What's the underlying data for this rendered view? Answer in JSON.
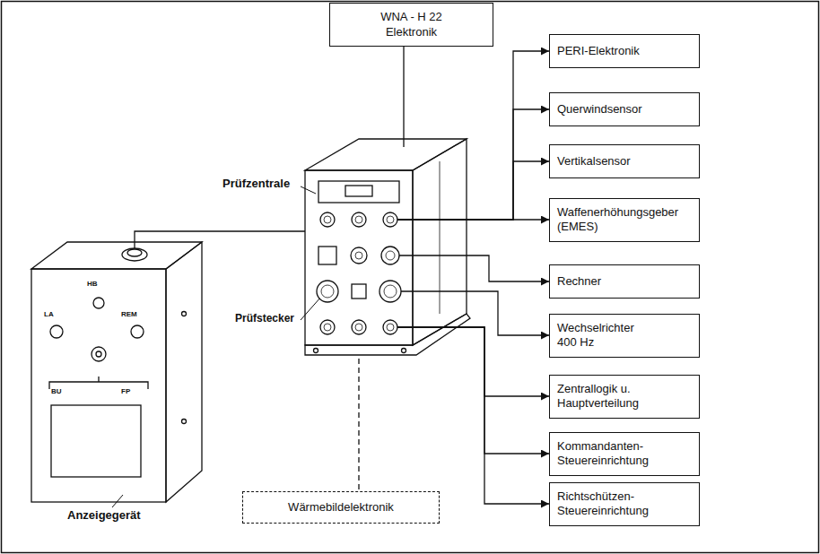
{
  "diagram": {
    "nodes": [
      {
        "text": [
          "WNA - H 22 Elektronik"
        ]
      },
      {
        "text": [
          "PERI-Elektronik"
        ]
      },
      {
        "text": [
          "Querwindsensor"
        ]
      },
      {
        "text": [
          "Vertikalsensor"
        ]
      },
      {
        "text": [
          "Waffenerhöhungsgeber (EMES)"
        ]
      },
      {
        "text": [
          "Prüfzentrale"
        ]
      },
      {
        "text": [
          "Rechner"
        ]
      },
      {
        "text": [
          "Wechselrichter 400 Hz"
        ]
      },
      {
        "text": [
          "Anzeigegerät"
        ]
      },
      {
        "text": [
          "Zentrallogik u. Hauptverteilung"
        ]
      },
      {
        "text": [
          "Kommandanten-Steuereinrichtung"
        ]
      },
      {
        "text": [
          "Richtschützen-Steuereinrichtung"
        ]
      },
      {
        "text": [
          "Wärmebildelektronik"
        ]
      }
    ],
    "edges": [
      {
        "from": 5,
        "to": 0,
        "arrow": "none"
      },
      {
        "from": 8,
        "to": 5,
        "arrow": "none"
      },
      {
        "from": 5,
        "to": 12,
        "arrow": "none"
      },
      {
        "from": 5,
        "to": 1,
        "arrow": "to"
      },
      {
        "from": 5,
        "to": 2,
        "arrow": "to"
      },
      {
        "from": 5,
        "to": 3,
        "arrow": "to"
      },
      {
        "from": 5,
        "to": 4,
        "arrow": "to"
      },
      {
        "from": 5,
        "to": 6,
        "arrow": "to"
      },
      {
        "from": 5,
        "to": 7,
        "arrow": "to"
      },
      {
        "from": 5,
        "to": 9,
        "arrow": "to"
      },
      {
        "from": 5,
        "to": 10,
        "arrow": "to"
      },
      {
        "from": 5,
        "to": 11,
        "arrow": "to"
      }
    ],
    "labels": [
      "Prüfstecker",
      "HB",
      "LA",
      "REM",
      "BU",
      "FP"
    ]
  }
}
